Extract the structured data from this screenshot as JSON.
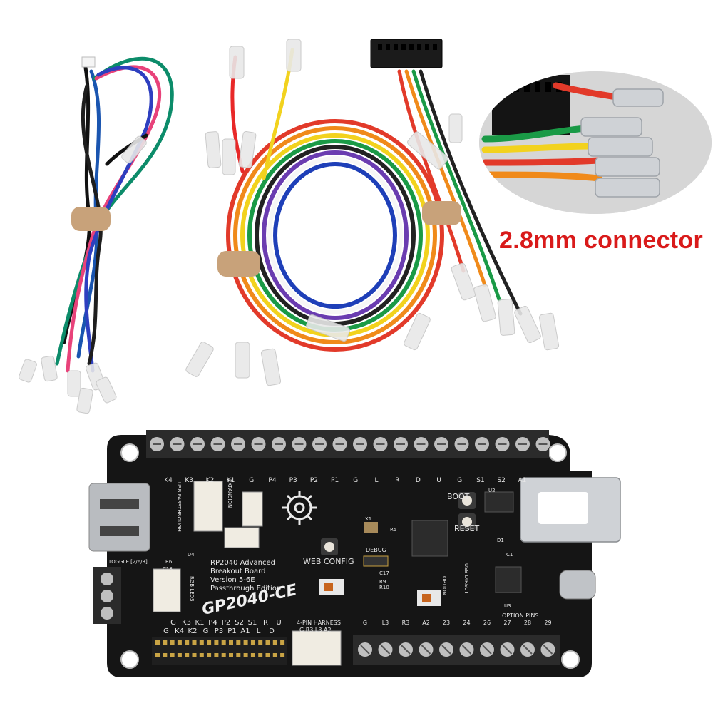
{
  "caption": "2.8mm connector",
  "board": {
    "silkscreen_title": "GP2040-CE",
    "info_lines": [
      "RP2040 Advanced",
      "Breakout Board",
      "Version 5-6E",
      "Passthrough Edition"
    ],
    "web_config": "WEB CONFIG",
    "boot": "BOOT",
    "reset": "RESET",
    "debug": "DEBUG",
    "option_pins": "OPTION PINS",
    "harness": "4-PIN HARNESS",
    "usb_passthrough": "USB PASSTHROUGH",
    "expansion": "EXPANSION",
    "rgb_leds": "RGB LEDS",
    "toggle": "TOGGLE [2/6/3]",
    "usb_direct": "USB DIRECT",
    "option": "OPTION",
    "top_pins": [
      "K4",
      "K3",
      "K2",
      "K1",
      "G",
      "P4",
      "P3",
      "P2",
      "P1",
      "G",
      "L",
      "R",
      "D",
      "U",
      "G",
      "S1",
      "S2",
      "A1"
    ],
    "header_row1": [
      "G",
      "K3",
      "K1",
      "P4",
      "P2",
      "S2",
      "S1",
      "R",
      "U"
    ],
    "header_row2": [
      "G",
      "K4",
      "K2",
      "G",
      "P3",
      "P1",
      "A1",
      "L",
      "D"
    ],
    "harness_pins": "G R3 L3 A2",
    "bottom_pins": [
      "G",
      "L3",
      "R3",
      "A2",
      "23",
      "24",
      "26",
      "27",
      "28",
      "29"
    ],
    "components": [
      "U2",
      "U4",
      "U3",
      "X1",
      "D1",
      "C1",
      "R5",
      "R6",
      "C17",
      "R9",
      "R10",
      "C18"
    ]
  },
  "colors": {
    "caption": "#d91a1a",
    "pcb": "#151515",
    "terminal_block": "#2b2b2b",
    "silkscreen": "#e8e8e8"
  }
}
